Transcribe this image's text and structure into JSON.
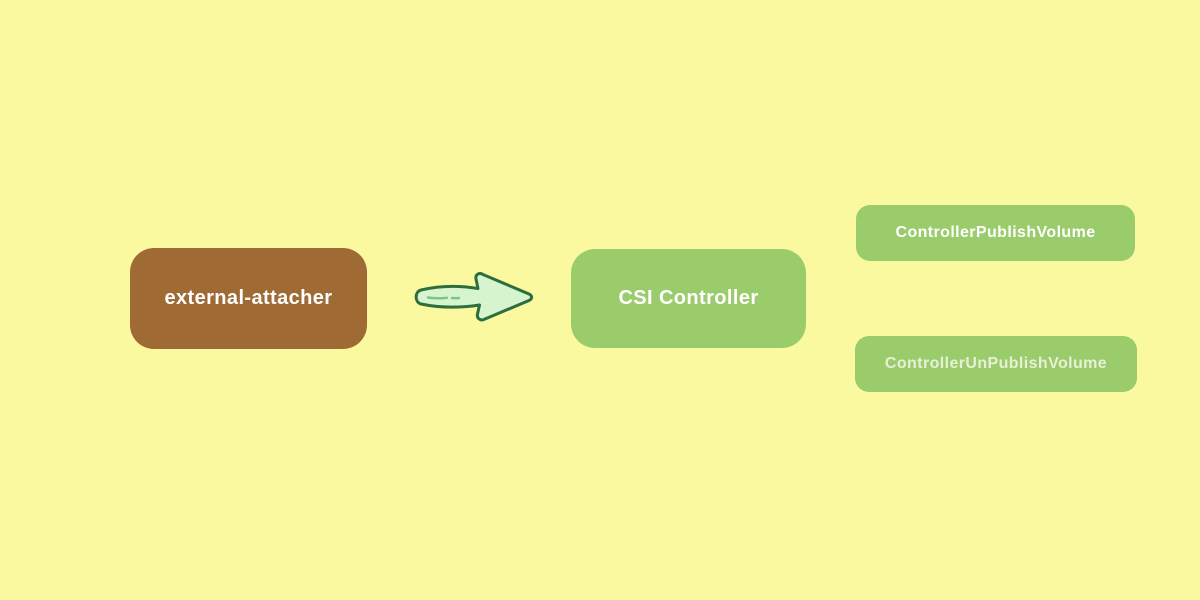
{
  "canvas": {
    "background_color": "#FAF99F"
  },
  "diagram": {
    "nodes": [
      {
        "id": "external-attacher",
        "label": "external-attacher",
        "bg_color": "#A06A34",
        "text_color": "#FFFFFF"
      },
      {
        "id": "csi-controller",
        "label": "CSI Controller",
        "bg_color": "#9BCC6C",
        "text_color": "#FFFFFF"
      },
      {
        "id": "controller-publish-volume",
        "label": "ControllerPublishVolume",
        "bg_color": "#9BCC6C",
        "text_color": "#FFFFFF"
      },
      {
        "id": "controller-unpublish-volume",
        "label": "ControllerUnPublishVolume",
        "bg_color": "#9BCC6C",
        "text_color": "#E7F0D6"
      }
    ],
    "arrow": {
      "name": "right-arrow",
      "direction": "right",
      "fill_color": "#D6F4CE",
      "stroke_color": "#2E6E3E",
      "connects_from": "external-attacher",
      "connects_to": "csi-controller"
    }
  }
}
